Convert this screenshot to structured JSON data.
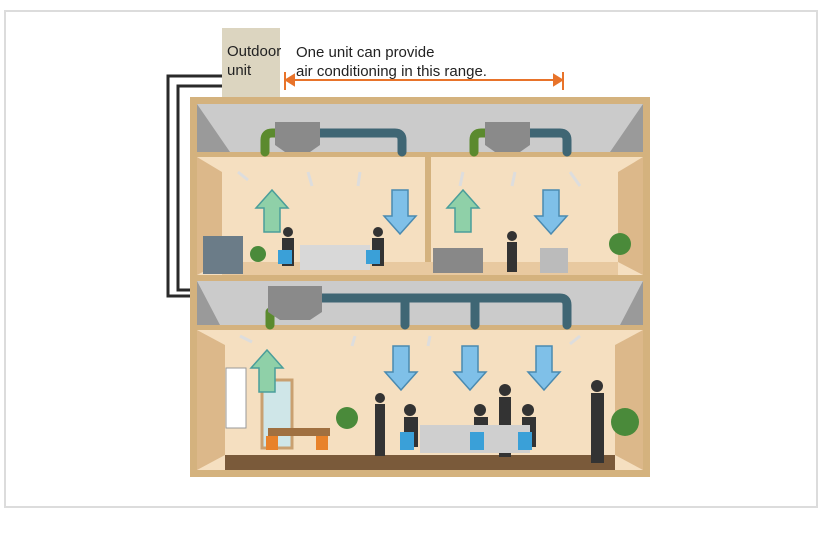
{
  "labels": {
    "outdoor_unit": "Outdoor unit",
    "range_line1": "One unit can provide",
    "range_line2": "air conditioning in this range."
  },
  "colors": {
    "arrow": "#e8732a",
    "building_frame": "#d4b27e",
    "ceiling": "#cbcbcb",
    "room": "#f5dfc0",
    "supply_air": "#7fc0e8",
    "return_air": "#8fd0a8",
    "duct": "#3f6674",
    "return_duct": "#5b8a2e"
  }
}
